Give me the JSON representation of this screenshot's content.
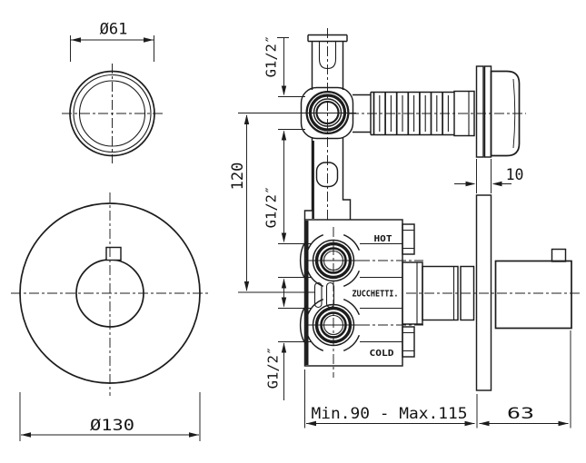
{
  "drawing": {
    "brand": "ZUCCHETTI.",
    "ports": {
      "hot": "HOT",
      "cold": "COLD"
    },
    "dimensions": {
      "knob_diameter": "Ø61",
      "plate_diameter": "Ø130",
      "port_spacing": "120",
      "thread_top": "G1/2″",
      "thread_mid": "G1/2″",
      "thread_bottom": "G1/2″",
      "wall_plate_thickness": "10",
      "handle_depth": "63",
      "install_depth": "Min.90  -  Max.115"
    }
  }
}
